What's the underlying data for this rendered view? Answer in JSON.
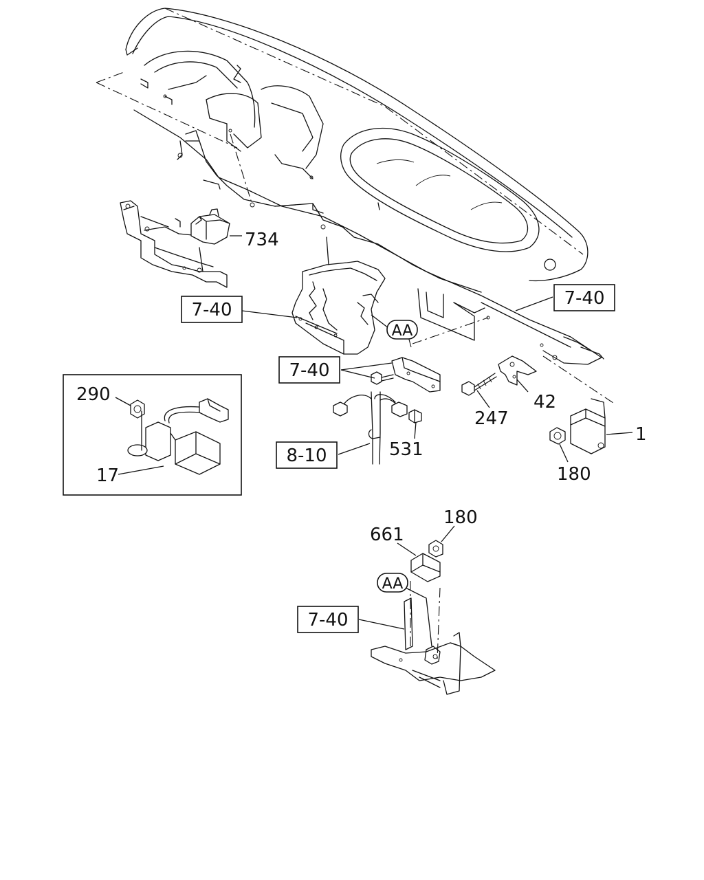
{
  "callouts": {
    "c734": "734",
    "c1": "1",
    "c42": "42",
    "c247": "247",
    "c531": "531",
    "c180_a": "180",
    "c290": "290",
    "c17": "17",
    "c661": "661",
    "c180_b": "180"
  },
  "refs": {
    "ref_7_40_left": "7-40",
    "ref_7_40_right": "7-40",
    "ref_7_40_mid": "7-40",
    "ref_8_10": "8-10",
    "ref_7_40_bottom": "7-40"
  },
  "tags": {
    "aa_top": "AA",
    "aa_bottom": "AA"
  }
}
